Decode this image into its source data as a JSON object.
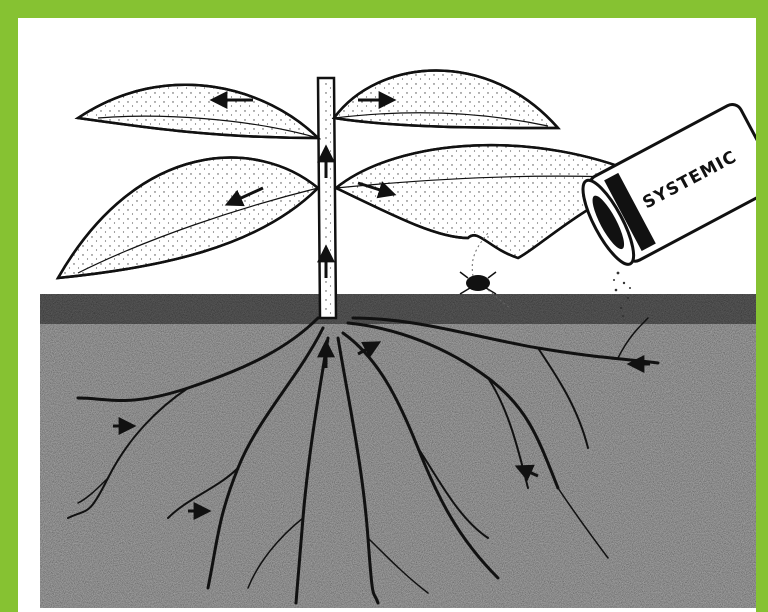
{
  "diagram": {
    "container_label": "SYSTEMIC",
    "colors": {
      "frame": "#86c232",
      "panel": "#ffffff",
      "ink": "#111111",
      "soil": "#bdbdbd",
      "soil_surface": "#6a6a6a"
    },
    "icon_names": [
      "plant",
      "roots",
      "soil",
      "insect",
      "container",
      "flow-arrow"
    ]
  }
}
